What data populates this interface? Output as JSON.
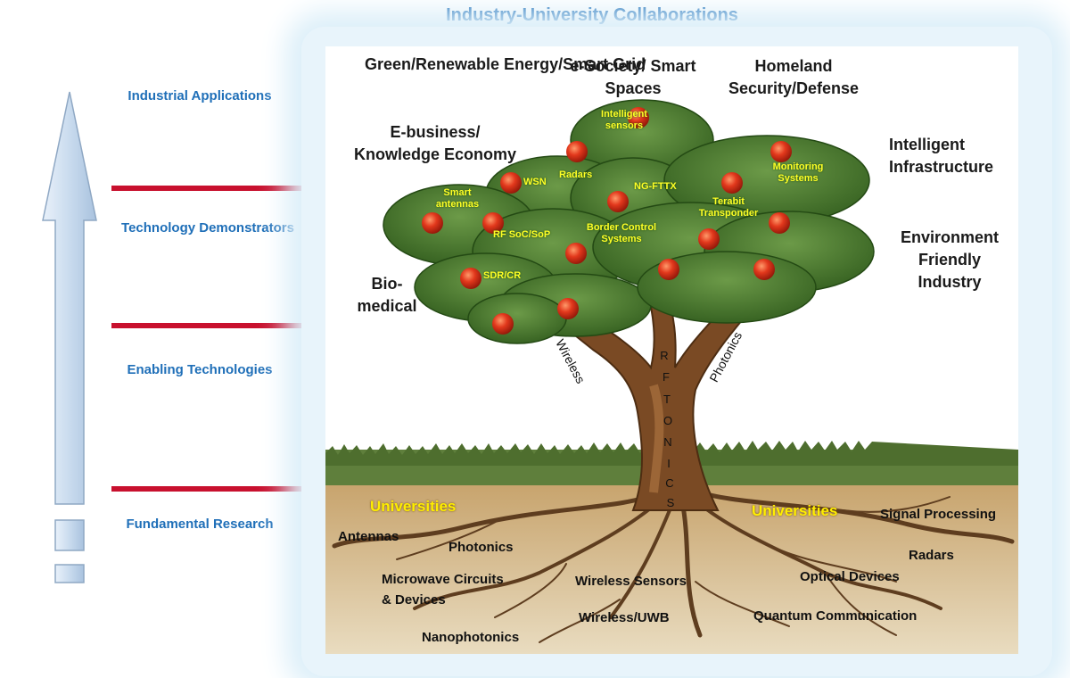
{
  "title": "Industry-University Collaborations",
  "levels": [
    {
      "label": "Industrial Applications"
    },
    {
      "label": "Technology Demonstrators"
    },
    {
      "label": "Enabling Technologies"
    },
    {
      "label": "Fundamental Research"
    }
  ],
  "applications": {
    "green_energy": "Green/Renewable Energy/Smart Grid",
    "e_society": "e-Society/ Smart Spaces",
    "homeland": "Homeland Security/Defense",
    "e_business": "E-business/ Knowledge Economy",
    "intelligent_infra": "Intelligent Infrastructure",
    "environment": "Environment Friendly Industry",
    "biomedical": "Bio- medical"
  },
  "demonstrators": {
    "intelligent_sensors": "Intelligent sensors",
    "radars": "Radars",
    "wsn": "WSN",
    "ng_fttx": "NG-FTTX",
    "monitoring": "Monitoring Systems",
    "smart_antennas": "Smart antennas",
    "terabit": "Terabit Transponder",
    "rf_soc": "RF SoC/SoP",
    "border_control": "Border Control Systems",
    "sdr_cr": "SDR/CR"
  },
  "enabling": {
    "wireless": "Wireless",
    "photonics": "Photonics",
    "rf_tonics": [
      "R",
      "F",
      "T",
      "O",
      "N",
      "I",
      "C",
      "S"
    ]
  },
  "fundamental": {
    "universities_left": "Universities",
    "universities_right": "Universities",
    "antennas": "Antennas",
    "photonics": "Photonics",
    "microwave": "Microwave Circuits & Devices",
    "nanophotonics": "Nanophotonics",
    "wireless_sensors": "Wireless Sensors",
    "wireless_uwb": "Wireless/UWB",
    "signal_processing": "Signal Processing",
    "radars": "Radars",
    "optical_devices": "Optical Devices",
    "quantum": "Quantum Communication"
  },
  "colors": {
    "title_blue": "#1f6fb8",
    "separator_red": "#c8102e",
    "tag_yellow": "#ffff26",
    "arrow_fill": "#cfe0f2"
  }
}
